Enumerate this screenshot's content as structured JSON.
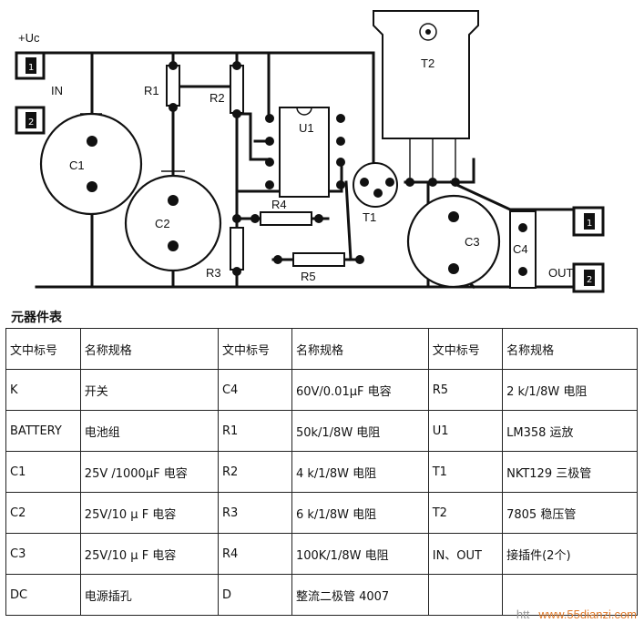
{
  "pcb": {
    "labels": {
      "vcc": "+Uc",
      "in": "IN",
      "out": "OUT",
      "c1": "C1",
      "c2": "C2",
      "c3": "C3",
      "c4": "C4",
      "r1": "R1",
      "r2": "R2",
      "r3": "R3",
      "r4": "R4",
      "r5": "R5",
      "u1": "U1",
      "t1": "T1",
      "t2": "T2",
      "pin1": "1",
      "pin2": "2"
    }
  },
  "table": {
    "caption": "元器件表",
    "headers": [
      "文中标号",
      "名称规格",
      "文中标号",
      "名称规格",
      "文中标号",
      "名称规格"
    ],
    "rows": [
      [
        "K",
        "开关",
        "C4",
        "60V/0.01μF 电容",
        "R5",
        "2 k/1/8W 电阻"
      ],
      [
        "BATTERY",
        "电池组",
        "R1",
        "50k/1/8W 电阻",
        "U1",
        "LM358 运放"
      ],
      [
        "C1",
        "25V /1000μF 电容",
        "R2",
        "4 k/1/8W 电阻",
        "T1",
        "NKT129 三极管"
      ],
      [
        "C2",
        "25V/10 μ F 电容",
        "R3",
        "6 k/1/8W 电阻",
        "T2",
        "7805 稳压管"
      ],
      [
        "C3",
        "25V/10 μ F 电容",
        "R4",
        "100K/1/8W 电阻",
        "IN、OUT",
        "接插件(2个)"
      ],
      [
        "DC",
        "电源插孔",
        "D",
        "整流二极管 4007",
        "",
        ""
      ]
    ]
  },
  "watermark": {
    "prefix": "htt",
    "site": "www.55dianzi.com"
  }
}
